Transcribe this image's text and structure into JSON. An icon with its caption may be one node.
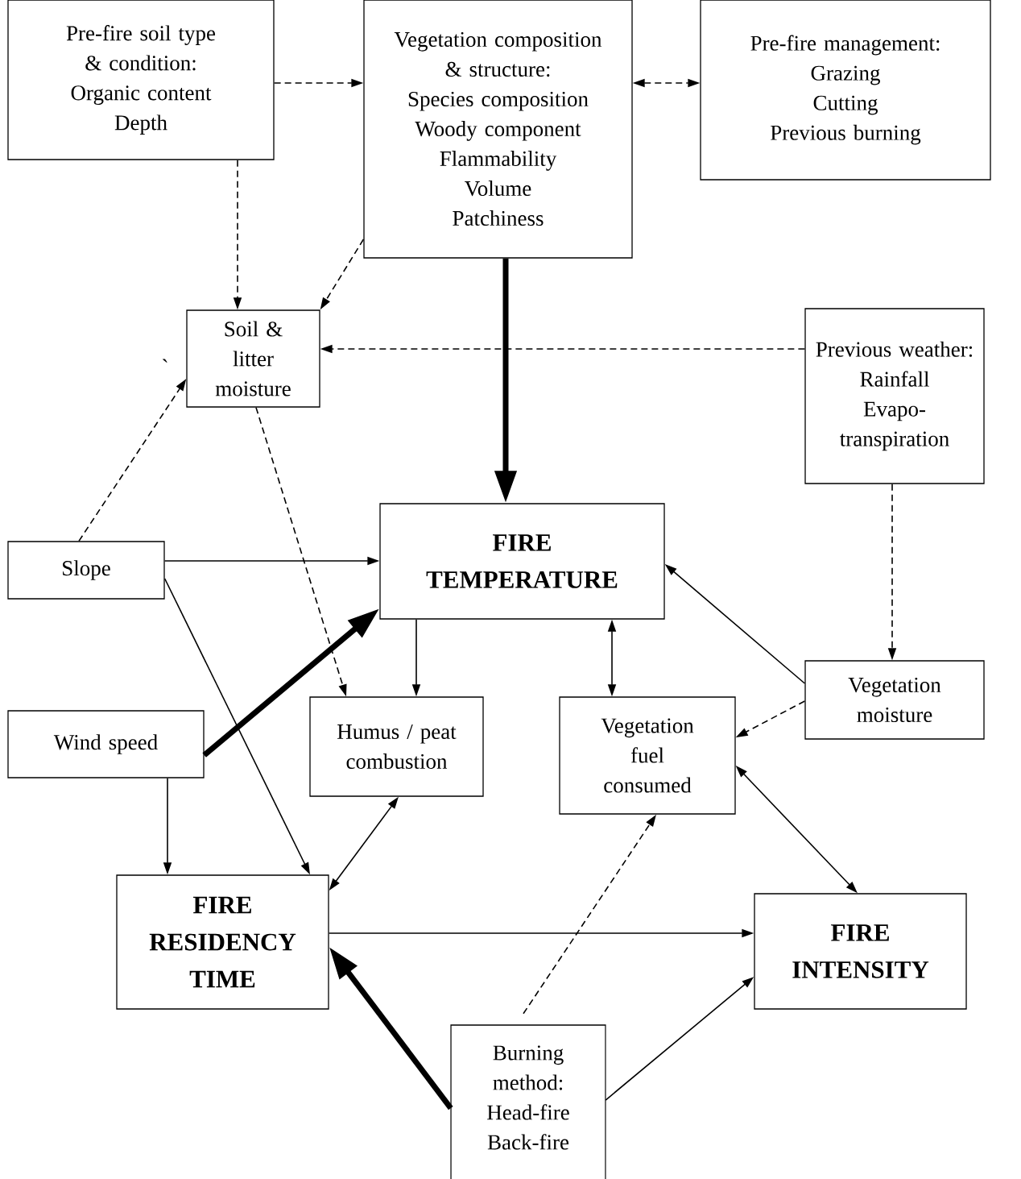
{
  "diagram": {
    "nodes": [
      {
        "text": [
          "Pre-fire soil type & condition:",
          "Organic content",
          "Depth"
        ]
      },
      {
        "text": [
          "Vegetation composition & structure:",
          "Species composition",
          "Woody component",
          "Flammability",
          "Volume",
          "Patchiness"
        ]
      },
      {
        "text": [
          "Pre-fire management:",
          "Grazing",
          "Cutting",
          "Previous burning"
        ]
      },
      {
        "text": [
          "Soil & litter moisture"
        ]
      },
      {
        "text": [
          "Previous weather:",
          "Rainfall",
          "Evapo-transpiration"
        ]
      },
      {
        "text": [
          "Slope"
        ]
      },
      {
        "text": [
          "FIRE TEMPERATURE"
        ]
      },
      {
        "text": [
          "Vegetation moisture"
        ]
      },
      {
        "text": [
          "Wind speed"
        ]
      },
      {
        "text": [
          "Humus / peat combustion"
        ]
      },
      {
        "text": [
          "Vegetation fuel consumed"
        ]
      },
      {
        "text": [
          "FIRE RESIDENCY TIME"
        ]
      },
      {
        "text": [
          "FIRE INTENSITY"
        ]
      },
      {
        "text": [
          "Burning method:",
          "Head-fire",
          "Back-fire"
        ]
      }
    ],
    "edges": [
      {
        "from": 0,
        "to": 1,
        "arrow": "to",
        "style": "dashed"
      },
      {
        "from": 1,
        "to": 2,
        "arrow": "both",
        "style": "dashed"
      },
      {
        "from": 0,
        "to": 3,
        "arrow": "to",
        "style": "dashed"
      },
      {
        "from": 1,
        "to": 3,
        "arrow": "to",
        "style": "dashed"
      },
      {
        "from": 1,
        "to": 6,
        "arrow": "to",
        "style": "thick"
      },
      {
        "from": 4,
        "to": 3,
        "arrow": "to",
        "style": "dashed"
      },
      {
        "from": 5,
        "to": 3,
        "arrow": "to",
        "style": "dashed"
      },
      {
        "from": 3,
        "to": 9,
        "arrow": "to",
        "style": "dashed"
      },
      {
        "from": 4,
        "to": 7,
        "arrow": "to",
        "style": "dashed"
      },
      {
        "from": 5,
        "to": 6,
        "arrow": "to"
      },
      {
        "from": 5,
        "to": 11,
        "arrow": "to"
      },
      {
        "from": 8,
        "to": 6,
        "arrow": "to",
        "style": "thick"
      },
      {
        "from": 6,
        "to": 9,
        "arrow": "to"
      },
      {
        "from": 6,
        "to": 10,
        "arrow": "both"
      },
      {
        "from": 7,
        "to": 6,
        "arrow": "to"
      },
      {
        "from": 7,
        "to": 10,
        "arrow": "to",
        "style": "dashed"
      },
      {
        "from": 8,
        "to": 11,
        "arrow": "to"
      },
      {
        "from": 9,
        "to": 11,
        "arrow": "both"
      },
      {
        "from": 10,
        "to": 12,
        "arrow": "both"
      },
      {
        "from": 11,
        "to": 12,
        "arrow": "to"
      },
      {
        "from": 13,
        "to": 11,
        "arrow": "to",
        "style": "thick"
      },
      {
        "from": 13,
        "to": 10,
        "arrow": "to",
        "style": "dashed"
      },
      {
        "from": 13,
        "to": 12,
        "arrow": "to"
      }
    ],
    "labels": [
      "`"
    ]
  }
}
